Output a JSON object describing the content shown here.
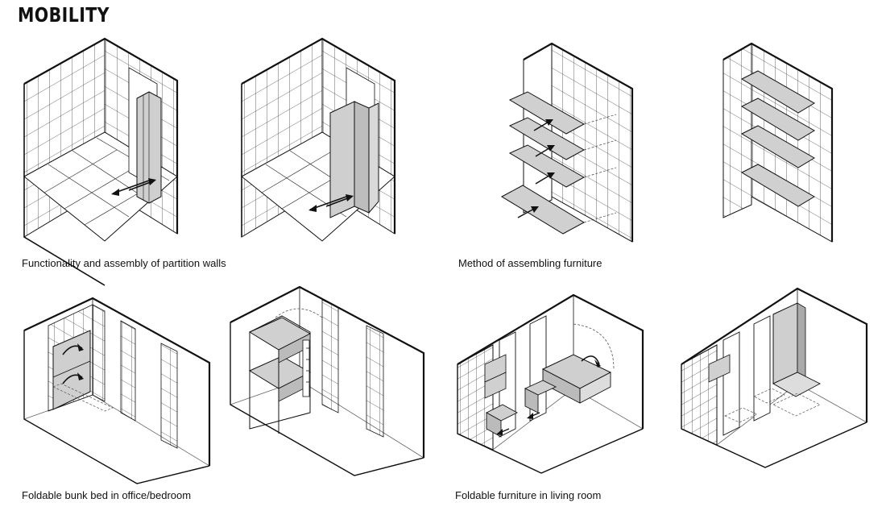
{
  "title": "MOBILITY",
  "captions": {
    "partition": "Functionality and assembly of partition walls",
    "furniture": "Method of assembling furniture",
    "bunk": "Foldable bunk bed in office/bedroom",
    "living": "Foldable furniture in living room"
  },
  "colors": {
    "line": "#111111",
    "panel": "#d0d0d0",
    "grid": "#333333"
  }
}
